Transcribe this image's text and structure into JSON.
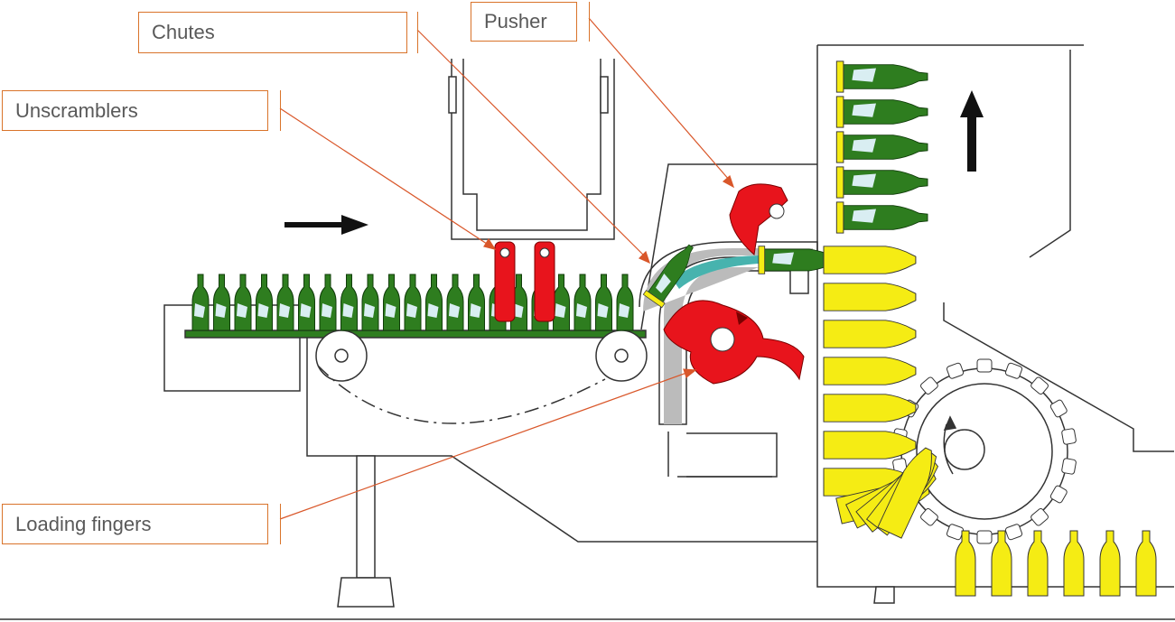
{
  "labels": {
    "chutes": "Chutes",
    "pusher": "Pusher",
    "unscramblers": "Unscramblers",
    "loading_fingers": "Loading fingers"
  },
  "colors": {
    "bottle_green": "#2e7d1f",
    "bottle_yellow": "#f5ec14",
    "mechanism_red": "#e8141c",
    "leader_orange": "#d9572a",
    "chute_teal": "#47b3ae",
    "machine_line": "#333333",
    "text_gray": "#595959"
  },
  "conveyor": {
    "green_bottle_count": 21
  },
  "wheel": {
    "yellow_bottle_count": 12
  },
  "discharge": {
    "yellow_bottle_count": 6
  },
  "stack": {
    "green_bottle_count": 5
  }
}
